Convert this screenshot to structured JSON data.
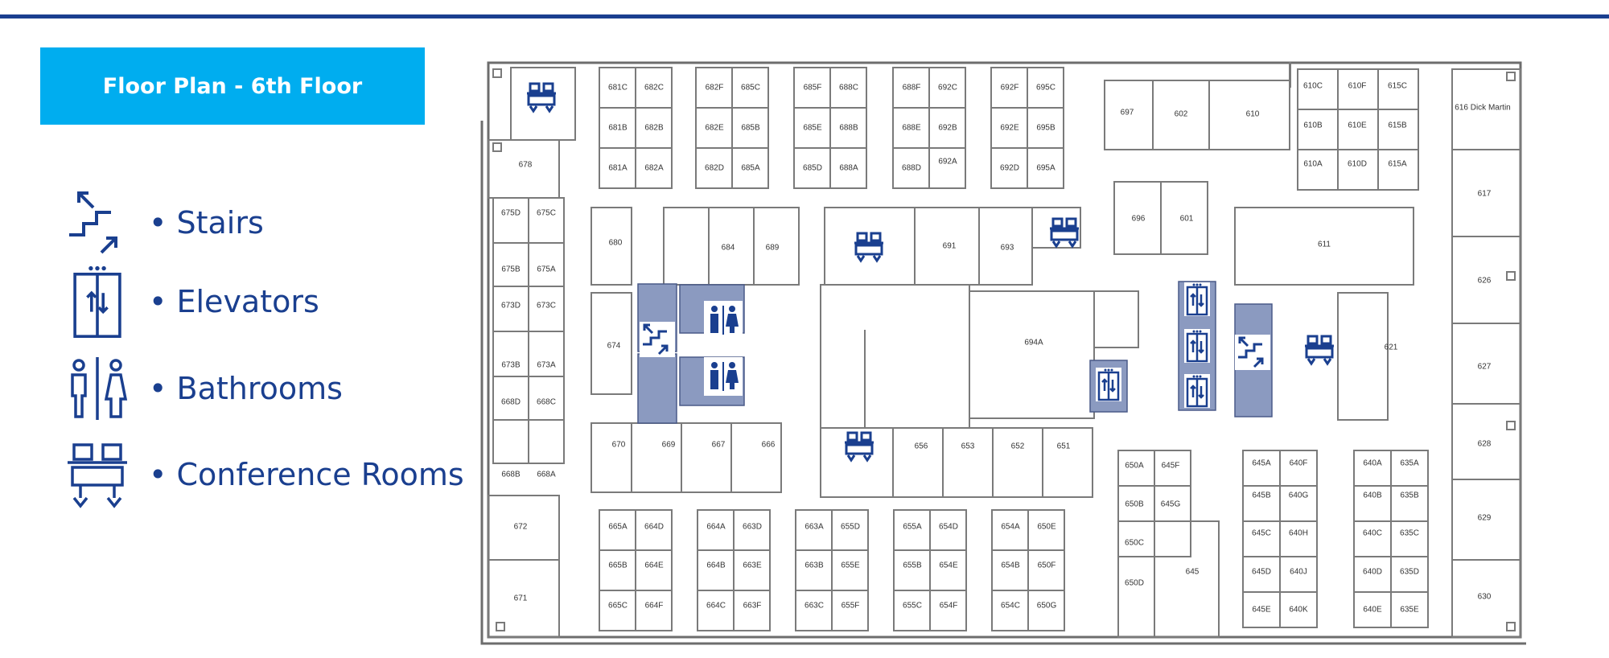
{
  "colors": {
    "accent_blue": "#1a3f8f",
    "title_bg": "#00adef",
    "shaded_core": "#8b9ac0",
    "wall": "#6d6d6d"
  },
  "title": "Floor Plan - 6th Floor",
  "legend": [
    {
      "icon": "stairs-icon",
      "label": "• Stairs"
    },
    {
      "icon": "elevator-icon",
      "label": "• Elevators"
    },
    {
      "icon": "bathroom-icon",
      "label": "• Bathrooms"
    },
    {
      "icon": "conference-room-icon",
      "label": "• Conference Rooms"
    }
  ],
  "rooms": {
    "r681C": "681C",
    "r682C": "682C",
    "r682F": "682F",
    "r685C": "685C",
    "r685F": "685F",
    "r688C": "688C",
    "r688F": "688F",
    "r692C": "692C",
    "r692F": "692F",
    "r695C": "695C",
    "r681B": "681B",
    "r682B": "682B",
    "r682E": "682E",
    "r685B": "685B",
    "r685E": "685E",
    "r688B": "688B",
    "r688E": "688E",
    "r692B": "692B",
    "r692E": "692E",
    "r695B": "695B",
    "r681A": "681A",
    "r682A": "682A",
    "r682D": "682D",
    "r685A": "685A",
    "r685D": "685D",
    "r688A": "688A",
    "r688D": "688D",
    "r692A": "692A",
    "r692D": "692D",
    "r695A": "695A",
    "r678": "678",
    "r697": "697",
    "r602": "602",
    "r610": "610",
    "r610C": "610C",
    "r610F": "610F",
    "r615C": "615C",
    "r610B": "610B",
    "r610E": "610E",
    "r615B": "615B",
    "r610A": "610A",
    "r610D": "610D",
    "r615A": "615A",
    "r616": "616 Dick Martin",
    "r617": "617",
    "r626": "626",
    "r627": "627",
    "r628": "628",
    "r629": "629",
    "r630": "630",
    "r675D": "675D",
    "r675C": "675C",
    "r675B": "675B",
    "r675A": "675A",
    "r673D": "673D",
    "r673C": "673C",
    "r673B": "673B",
    "r673A": "673A",
    "r668D": "668D",
    "r668C": "668C",
    "r668B": "668B",
    "r668A": "668A",
    "r680": "680",
    "r684": "684",
    "r689": "689",
    "r691": "691",
    "r693": "693",
    "r696": "696",
    "r601": "601",
    "r611": "611",
    "r674": "674",
    "r694A": "694A",
    "r621": "621",
    "r670": "670",
    "r669": "669",
    "r667": "667",
    "r666": "666",
    "r656": "656",
    "r653": "653",
    "r652": "652",
    "r651": "651",
    "r650A": "650A",
    "r645F": "645F",
    "r650B": "650B",
    "r645G": "645G",
    "r650C": "650C",
    "r650D": "650D",
    "r645": "645",
    "r645A": "645A",
    "r640F": "640F",
    "r640A": "640A",
    "r635A": "635A",
    "r645B": "645B",
    "r640G": "640G",
    "r640B": "640B",
    "r635B": "635B",
    "r645C": "645C",
    "r640H": "640H",
    "r640C": "640C",
    "r635C": "635C",
    "r645D": "645D",
    "r640J": "640J",
    "r640D": "640D",
    "r635D": "635D",
    "r645E": "645E",
    "r640K": "640K",
    "r640E": "640E",
    "r635E": "635E",
    "r672": "672",
    "r671": "671",
    "r665A": "665A",
    "r664D": "664D",
    "r664A": "664A",
    "r663D": "663D",
    "r663A": "663A",
    "r655D": "655D",
    "r655A": "655A",
    "r654D": "654D",
    "r654A": "654A",
    "r650E": "650E",
    "r665B": "665B",
    "r664E": "664E",
    "r664B": "664B",
    "r663E": "663E",
    "r663B": "663B",
    "r655E": "655E",
    "r655B": "655B",
    "r654E": "654E",
    "r654B": "654B",
    "r650F": "650F",
    "r665C": "665C",
    "r664F": "664F",
    "r664C": "664C",
    "r663F": "663F",
    "r663C": "663C",
    "r655F": "655F",
    "r655C": "655C",
    "r654F": "654F",
    "r654C": "654C",
    "r650G": "650G"
  }
}
